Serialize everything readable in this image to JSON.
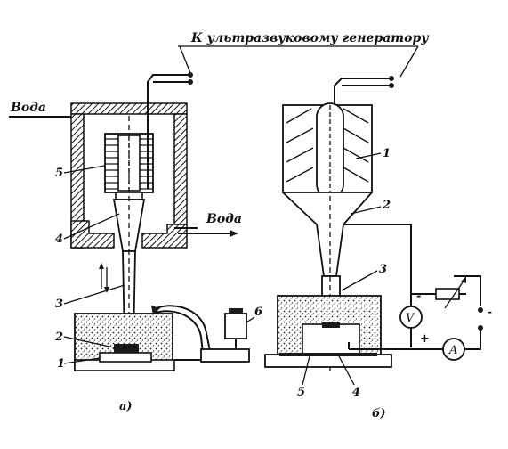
{
  "header_label": "К ультразвуковому генератору",
  "water_in_label": "Вода",
  "water_out_label": "Вода",
  "panel_a_caption": "а)",
  "panel_b_caption": "б)",
  "panel_a_numbers": [
    "5",
    "4",
    "3",
    "2",
    "1",
    "6"
  ],
  "panel_b_numbers": [
    "1",
    "2",
    "3",
    "5",
    "4"
  ],
  "meter_voltmeter": "V",
  "meter_ammeter": "A",
  "sign_plus": "+",
  "sign_minus": "-"
}
